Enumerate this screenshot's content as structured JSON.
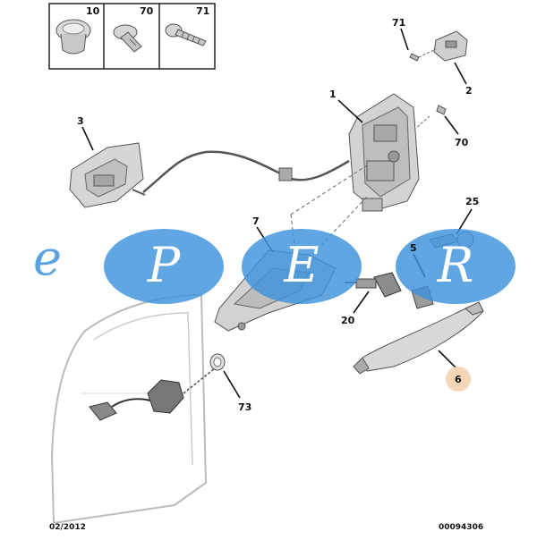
{
  "diagram": {
    "top_box": {
      "cells": [
        {
          "number": "10",
          "icon": "plug-clip-icon"
        },
        {
          "number": "70",
          "icon": "push-rivet-icon"
        },
        {
          "number": "71",
          "icon": "screw-icon"
        }
      ]
    },
    "callouts": {
      "c71": "71",
      "c2": "2",
      "c1": "1",
      "c70": "70",
      "c3": "3",
      "c25": "25",
      "c7": "7",
      "c5": "5",
      "c20": "20",
      "c6": "6",
      "c73": "73"
    },
    "highlight_color": "#f5d5b5",
    "watermark": {
      "letters": [
        "e",
        "P",
        "E",
        "R"
      ],
      "color": "#3d92dc"
    },
    "footer": {
      "date": "02/2012",
      "reference": "00094306"
    }
  }
}
